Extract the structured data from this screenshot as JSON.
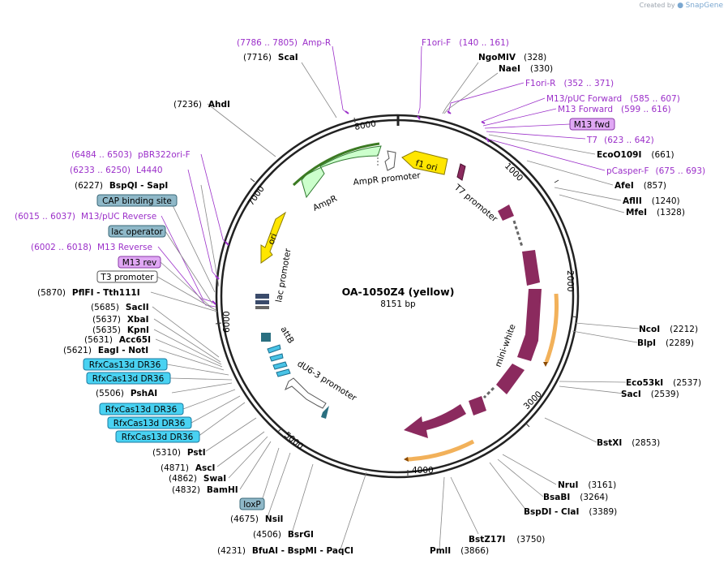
{
  "credit": {
    "prefix": "Created by",
    "brand": "SnapGene"
  },
  "plasmid": {
    "name": "OA-1050Z4 (yellow)",
    "length_label": "8151 bp"
  },
  "ticks": [
    "1000",
    "2000",
    "3000",
    "4000",
    "5000",
    "6000",
    "7000",
    "8000"
  ],
  "enzymes_right": [
    {
      "name": "NgoMIV",
      "pos": "(328)"
    },
    {
      "name": "NaeI",
      "pos": "(330)"
    },
    {
      "name": "EcoO109I",
      "pos": "(661)"
    },
    {
      "name": "AfeI",
      "pos": "(857)"
    },
    {
      "name": "AflII",
      "pos": "(1240)"
    },
    {
      "name": "MfeI",
      "pos": "(1328)"
    },
    {
      "name": "NcoI",
      "pos": "(2212)"
    },
    {
      "name": "BlpI",
      "pos": "(2289)"
    },
    {
      "name": "Eco53kI",
      "pos": "(2537)"
    },
    {
      "name": "SacI",
      "pos": "(2539)"
    },
    {
      "name": "BstXI",
      "pos": "(2853)"
    },
    {
      "name": "NruI",
      "pos": "(3161)"
    },
    {
      "name": "BsaBI",
      "pos": "(3264)"
    },
    {
      "name": "BspDI - ClaI",
      "pos": "(3389)"
    },
    {
      "name": "BstZ17I",
      "pos": "(3750)"
    },
    {
      "name": "PmlI",
      "pos": "(3866)"
    }
  ],
  "enzymes_left": [
    {
      "name": "ScaI",
      "pos": "(7716)"
    },
    {
      "name": "AhdI",
      "pos": "(7236)"
    },
    {
      "name": "BspQI - SapI",
      "pos": "(6227)"
    },
    {
      "name": "PflFI - Tth111I",
      "pos": "(5870)"
    },
    {
      "name": "SacII",
      "pos": "(5685)"
    },
    {
      "name": "XbaI",
      "pos": "(5637)"
    },
    {
      "name": "KpnI",
      "pos": "(5635)"
    },
    {
      "name": "Acc65I",
      "pos": "(5631)"
    },
    {
      "name": "EagI - NotI",
      "pos": "(5621)"
    },
    {
      "name": "PshAI",
      "pos": "(5506)"
    },
    {
      "name": "PstI",
      "pos": "(5310)"
    },
    {
      "name": "AscI",
      "pos": "(4871)"
    },
    {
      "name": "SwaI",
      "pos": "(4862)"
    },
    {
      "name": "BamHI",
      "pos": "(4832)"
    },
    {
      "name": "NsiI",
      "pos": "(4675)"
    },
    {
      "name": "BsrGI",
      "pos": "(4506)"
    },
    {
      "name": "BfuAI - BspMI - PaqCI",
      "pos": "(4231)"
    }
  ],
  "primers": [
    {
      "name": "Amp-R",
      "range": "(7786 .. 7805)"
    },
    {
      "name": "F1ori-F",
      "range": "(140 .. 161)"
    },
    {
      "name": "F1ori-R",
      "range": "(352 .. 371)"
    },
    {
      "name": "M13/pUC Forward",
      "range": "(585 .. 607)"
    },
    {
      "name": "M13 Forward",
      "range": "(599 .. 616)"
    },
    {
      "name": "T7",
      "range": "(623 .. 642)"
    },
    {
      "name": "pCasper-F",
      "range": "(675 .. 693)"
    },
    {
      "name": "pBR322ori-F",
      "range": "(6484 .. 6503)"
    },
    {
      "name": "L4440",
      "range": "(6233 .. 6250)"
    },
    {
      "name": "M13/pUC Reverse",
      "range": "(6015 .. 6037)"
    },
    {
      "name": "M13 Reverse",
      "range": "(6002 .. 6018)"
    }
  ],
  "boxed_labels": {
    "m13_fwd": "M13 fwd",
    "m13_rev": "M13 rev",
    "cap_site": "CAP binding site",
    "lac_operator": "lac operator",
    "t3_promoter": "T3 promoter",
    "loxp": "loxP",
    "dr36": [
      "RfxCas13d DR36",
      "RfxCas13d DR36",
      "RfxCas13d DR36",
      "RfxCas13d DR36",
      "RfxCas13d DR36"
    ]
  },
  "features": {
    "f1_ori": "f1 ori",
    "ampr_promoter": "AmpR promoter",
    "ampr": "AmpR",
    "t7_promoter": "T7 promoter",
    "ori": "ori",
    "lac_promoter": "lac promoter",
    "mini_white": "mini-white",
    "attb": "attB",
    "du6_promoter": "dU6-3 promoter"
  },
  "colors": {
    "backbone": "#222222",
    "feature_maroon": "#8b2a5e",
    "ori_yellow": "#ffe600",
    "ampr_green": "#ccffcc",
    "primer_purple": "#9b2fc9",
    "box_cyan": "#49d2f2",
    "box_lilac": "#e0a8f4",
    "box_steel": "#8fb8c8",
    "arc_orange": "#f2b15a"
  }
}
